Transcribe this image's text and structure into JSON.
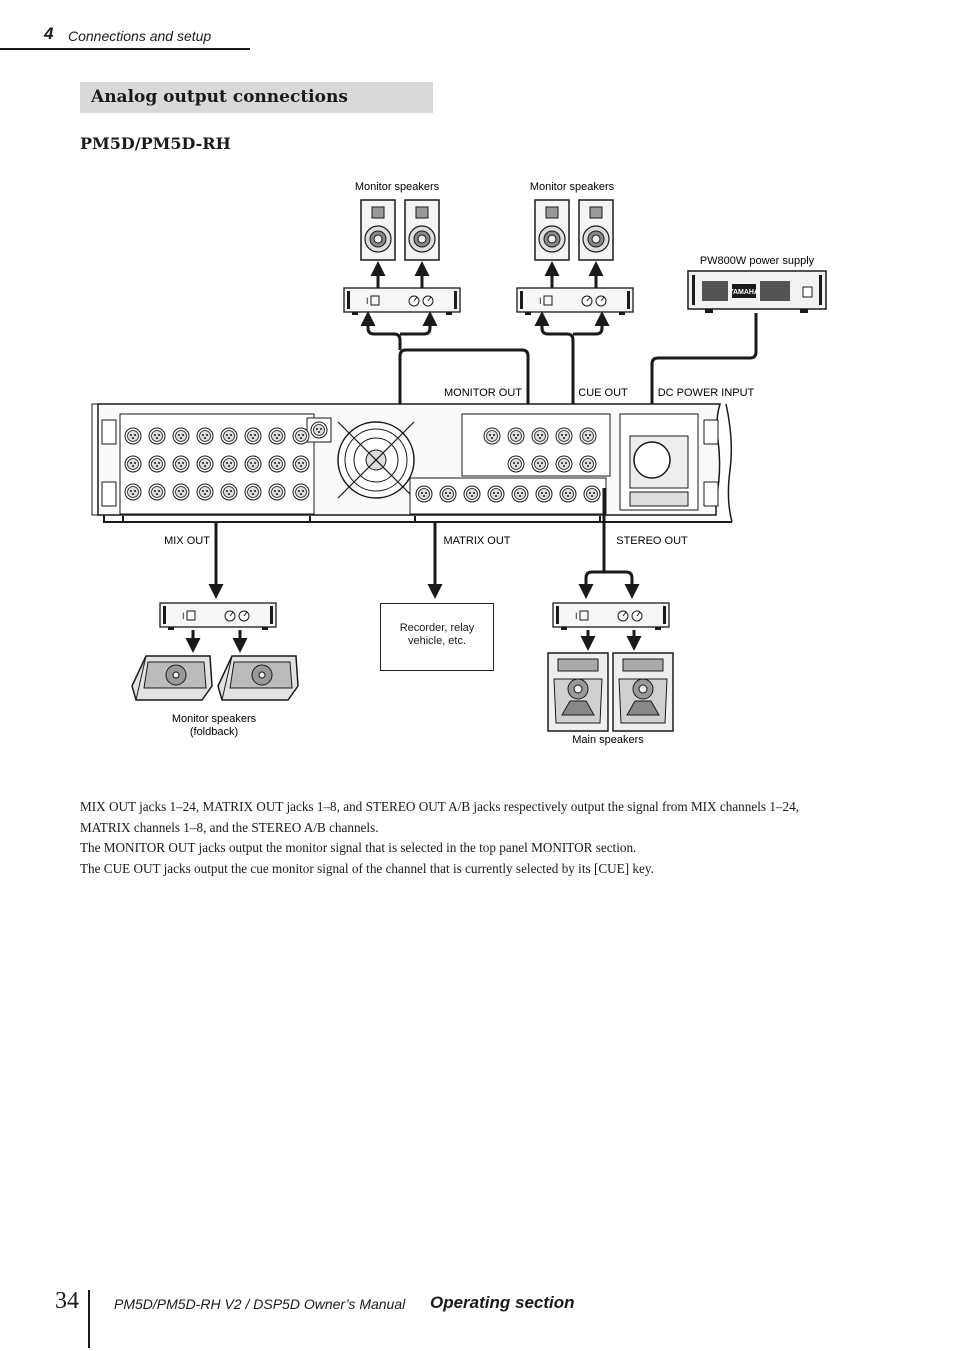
{
  "header": {
    "chapter_number": "4",
    "chapter_title": "Connections and setup"
  },
  "section": {
    "title": "Analog output connections",
    "subtitle": "PM5D/PM5D-RH"
  },
  "diagram": {
    "monitor_speakers_left": "Monitor speakers",
    "monitor_speakers_right": "Monitor speakers",
    "power_supply": "PW800W power supply",
    "power_brand": "YAMAHA",
    "monitor_out": "MONITOR OUT",
    "cue_out": "CUE OUT",
    "dc_power_input": "DC POWER INPUT",
    "mix_out": "MIX OUT",
    "matrix_out": "MATRIX OUT",
    "stereo_out": "STEREO OUT",
    "recorder_line1": "Recorder, relay",
    "recorder_line2": "vehicle, etc.",
    "foldback_line1": "Monitor speakers",
    "foldback_line2": "(foldback)",
    "main_speakers": "Main speakers"
  },
  "body": {
    "p1": "MIX OUT jacks 1–24, MATRIX OUT jacks 1–8, and STEREO OUT A/B jacks respectively output the signal from MIX channels 1–24, MATRIX channels 1–8, and the STEREO A/B channels.",
    "p2": "The MONITOR OUT jacks output the monitor signal that is selected in the top panel MONITOR section.",
    "p3": "The CUE OUT jacks output the cue monitor signal of the channel that is currently selected by its [CUE] key."
  },
  "footer": {
    "page_number": "34",
    "manual_title": "PM5D/PM5D-RH V2 / DSP5D Owner’s Manual",
    "section_name": "Operating section"
  }
}
